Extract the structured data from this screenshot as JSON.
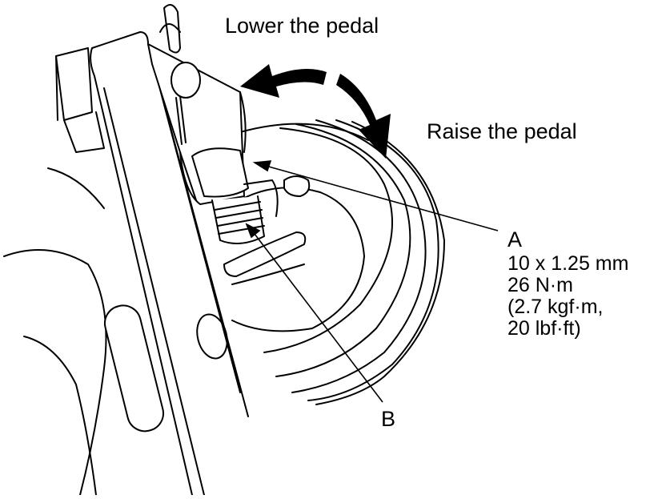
{
  "labels": {
    "lower": "Lower the pedal",
    "raise": "Raise the pedal",
    "a": "A",
    "b": "B"
  },
  "part_a_spec": [
    "10 x 1.25 mm",
    "26 N·m",
    "(2.7 kgf·m,",
    "20 lbf·ft)"
  ],
  "colors": {
    "ink": "#000000",
    "paper": "#ffffff"
  }
}
